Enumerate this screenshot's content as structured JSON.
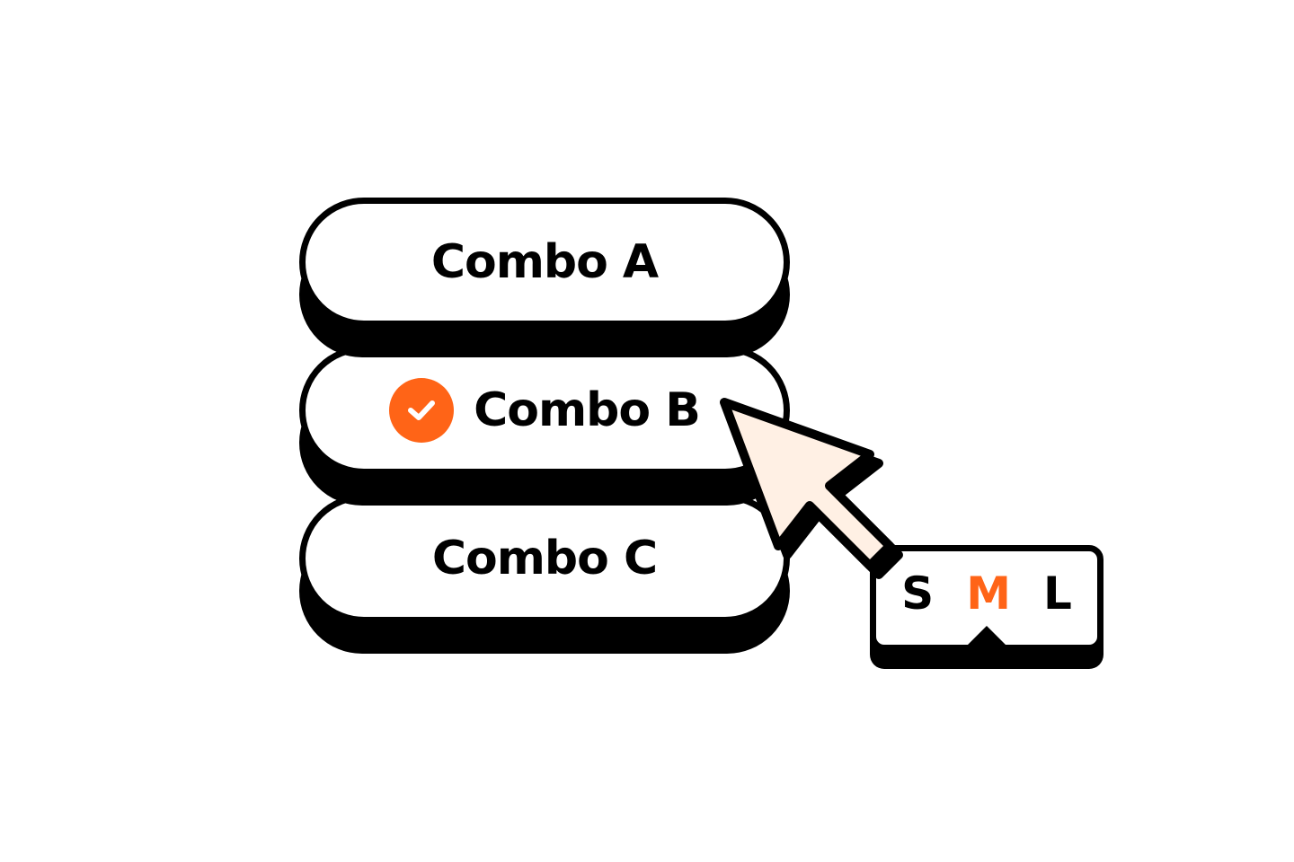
{
  "combos": [
    {
      "label": "Combo A",
      "selected": false
    },
    {
      "label": "Combo B",
      "selected": true
    },
    {
      "label": "Combo C",
      "selected": false
    }
  ],
  "size_picker": {
    "options": [
      "S",
      "M",
      "L"
    ],
    "selected": "M"
  },
  "colors": {
    "accent": "#ff6417",
    "cursor_fill": "#fff0e4",
    "outline": "#000000",
    "background": "#ffffff"
  },
  "icons": {
    "selected_marker": "check-circle-icon",
    "pointer": "mouse-cursor-icon"
  }
}
